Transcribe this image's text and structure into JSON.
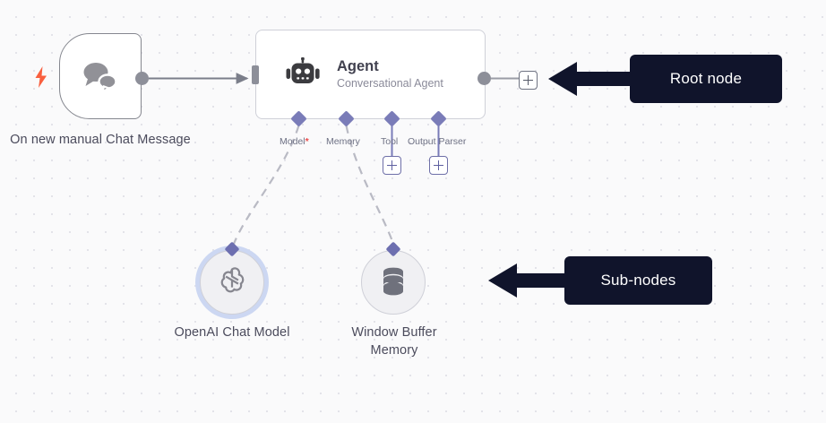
{
  "canvas": {
    "background_color": "#fafafb",
    "grid_dot_color": "#e3e3e9"
  },
  "nodes": {
    "trigger": {
      "caption": "On new manual Chat Message",
      "icon": "chat-bubbles-icon",
      "badge_icon": "lightning-bolt-icon",
      "badge_color": "#f9603f",
      "border_color": "#85878f"
    },
    "agent": {
      "title": "Agent",
      "subtitle": "Conversational Agent",
      "icon": "robot-icon",
      "border_color": "#cfd0d8",
      "ports": [
        {
          "label": "Model",
          "required": true,
          "required_marker": "*"
        },
        {
          "label": "Memory",
          "required": false,
          "required_marker": ""
        },
        {
          "label": "Tool",
          "required": false,
          "required_marker": ""
        },
        {
          "label": "Output Parser",
          "required": false,
          "required_marker": ""
        }
      ]
    },
    "openai": {
      "caption": "OpenAI Chat Model",
      "icon": "openai-logo-icon",
      "selected": true,
      "selection_color": "#ccd7f2"
    },
    "memory": {
      "caption": "Window Buffer Memory",
      "icon": "database-icon",
      "selected": false
    }
  },
  "buttons": {
    "add_main_output": "+",
    "add_tool": "+",
    "add_output_parser": "+"
  },
  "annotations": [
    {
      "label": "Root node",
      "arrow": "arrow-left-icon"
    },
    {
      "label": "Sub-nodes",
      "arrow": "arrow-left-icon"
    }
  ],
  "colors": {
    "port_violet": "#7a7cb8",
    "connector_gray": "#8d8f99",
    "callout_bg": "#10142b",
    "callout_text": "#ffffff",
    "required_red": "#ec4c4c"
  }
}
